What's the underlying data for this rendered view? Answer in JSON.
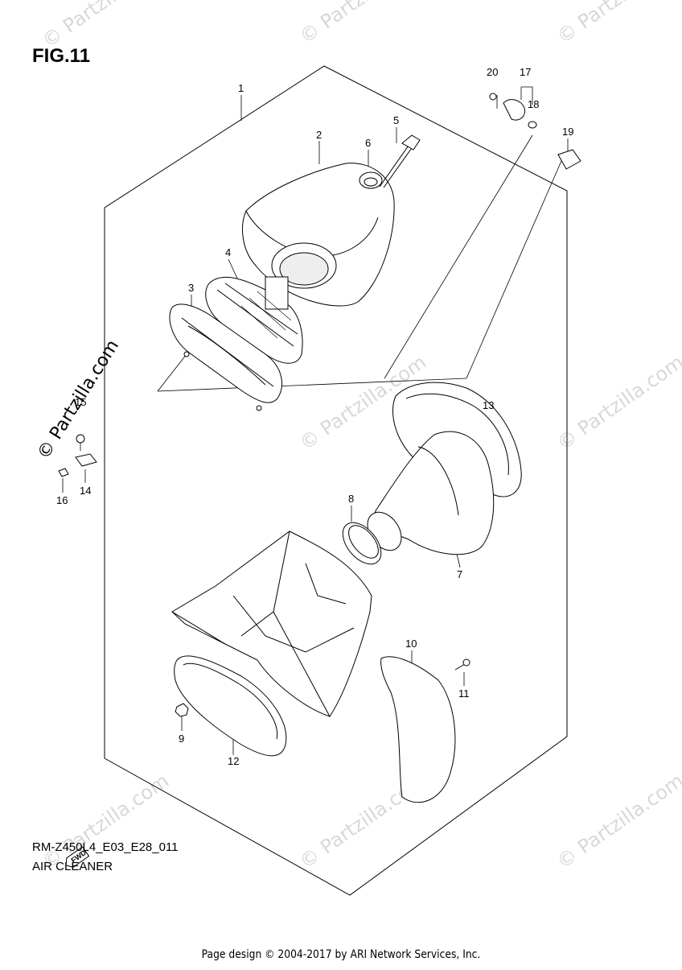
{
  "figure": {
    "title": "FIG.11",
    "code": "RM-Z450L4_E03_E28_011",
    "caption": "AIR CLEANER"
  },
  "footer": {
    "text": "Page design © 2004-2017 by ARI Network Services, Inc."
  },
  "watermark": {
    "text": "© Partzilla.com",
    "side_text": "© Partzilla.com"
  },
  "fwd_badge": {
    "text": "FWD"
  },
  "callouts": [
    "1",
    "2",
    "3",
    "4",
    "5",
    "6",
    "7",
    "8",
    "9",
    "10",
    "11",
    "12",
    "13",
    "14",
    "15",
    "16",
    "17",
    "18",
    "19",
    "20"
  ]
}
